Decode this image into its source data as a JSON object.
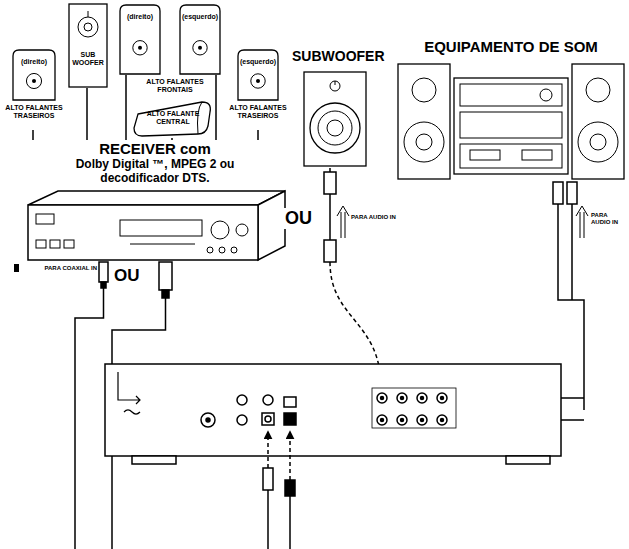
{
  "diagram": {
    "nodes": [
      {
        "text": [
          "SUB WOOFER"
        ]
      },
      {
        "text": [
          "(direito)"
        ]
      },
      {
        "text": [
          "(esquerdo)"
        ]
      },
      {
        "text": [
          "(direito)",
          "ALTO FALANTES TRASEIROS"
        ]
      },
      {
        "text": [
          "ALTO FALANTE CENTRAL"
        ]
      },
      {
        "text": [
          "(esquerdo)",
          "ALTO FALANTES TRASEIROS"
        ]
      },
      {
        "text": [
          "RECEIVER com",
          "Dolby Digital ™, MPEG 2 ou decodificador DTS."
        ]
      },
      {
        "text": [
          "SUBWOOFER"
        ]
      },
      {
        "text": [
          "EQUIPAMENTO DE SOM"
        ]
      }
    ],
    "edges": [
      {
        "from": 0,
        "to": 6,
        "arrow": "none"
      },
      {
        "from": 1,
        "to": 6,
        "arrow": "none"
      },
      {
        "from": 2,
        "to": 6,
        "arrow": "none"
      },
      {
        "from": 3,
        "to": 6,
        "arrow": "none"
      },
      {
        "from": 4,
        "to": 6,
        "arrow": "none"
      },
      {
        "from": 5,
        "to": 6,
        "arrow": "none"
      }
    ],
    "labels": [
      "ALTO FALANTES FRONTAIS",
      "OU",
      "OU",
      "PARA COAXIAL IN",
      "PARA AUDIO IN",
      "PARA AUDIO IN"
    ]
  }
}
